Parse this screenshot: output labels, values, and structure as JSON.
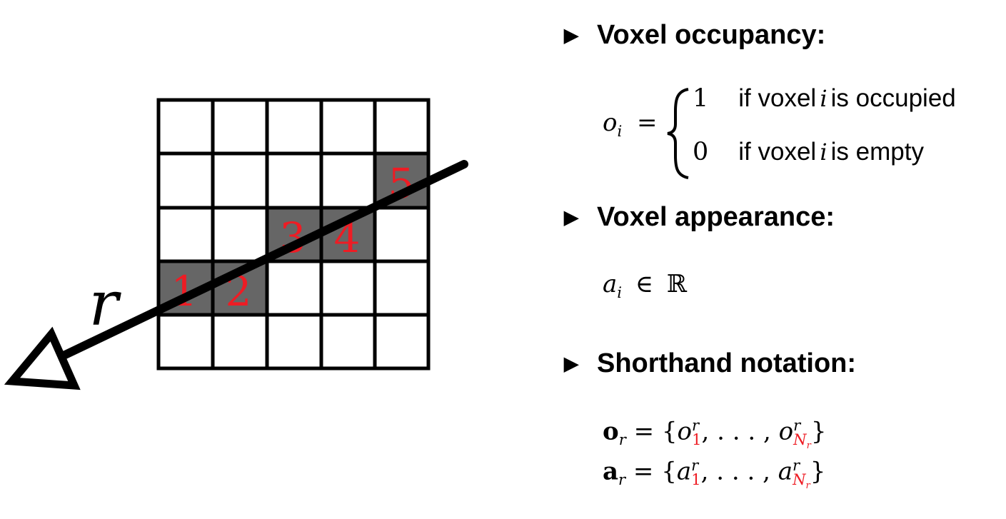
{
  "diagram": {
    "ray_label": "r",
    "cells": [
      "1",
      "2",
      "3",
      "4",
      "5"
    ],
    "colors": {
      "line": "#000000",
      "filled": "#666666",
      "number": "#ee1c24"
    }
  },
  "sections": [
    {
      "title": "Voxel occupancy:"
    },
    {
      "title": "Voxel appearance:"
    },
    {
      "title": "Shorthand notation:"
    }
  ],
  "occupancy": {
    "lhs": "o",
    "lhs_sub": "i",
    "eq": "=",
    "case1_value": "1",
    "case1_text_a": "if voxel",
    "case1_var": "i",
    "case1_text_b": "is occupied",
    "case0_value": "0",
    "case0_text_a": "if voxel",
    "case0_var": "i",
    "case0_text_b": "is empty"
  },
  "appearance": {
    "var": "a",
    "sub": "i",
    "rel": "∈",
    "set": "ℝ"
  },
  "shorthand": {
    "o_line": {
      "lhs": "o",
      "lhs_sub": "r",
      "open": "= {",
      "first": "o",
      "first_sup": "r",
      "first_sub": "1",
      "dots": ", . . . ,",
      "last": "o",
      "last_sup": "r",
      "last_sub": "N",
      "last_sub_sub": "r",
      "close": "}"
    },
    "a_line": {
      "lhs": "a",
      "lhs_sub": "r",
      "open": "= {",
      "first": "a",
      "first_sup": "r",
      "first_sub": "1",
      "dots": ", . . . ,",
      "last": "a",
      "last_sup": "r",
      "last_sub": "N",
      "last_sub_sub": "r",
      "close": "}"
    }
  }
}
